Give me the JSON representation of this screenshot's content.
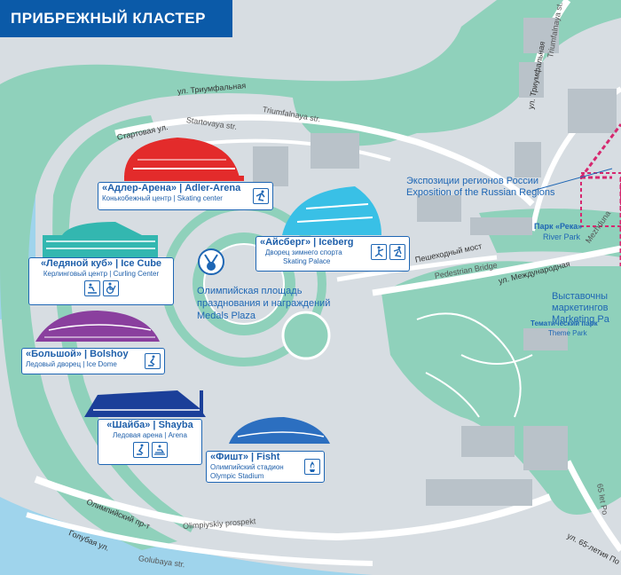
{
  "title": "ПРИБРЕЖНЫЙ КЛАСТЕР",
  "colors": {
    "water": "#9fd4ec",
    "land": "#d7dde2",
    "park": "#8fd1bb",
    "road": "#ffffff",
    "primary": "#1e66b4",
    "adler": "#e32b2b",
    "icecube": "#33b7b0",
    "bolshoy": "#8a3f9e",
    "shayba": "#1b3f99",
    "fisht": "#2c6fc0",
    "iceberg": "#39c0e6",
    "railway": "#d6286f"
  },
  "venues": {
    "adler": {
      "name": "«Адлер-Арена» | Adler-Arena",
      "sub": "Конькобежный центр | Skating center",
      "icons": [
        "speed-skating-icon"
      ]
    },
    "icecube": {
      "name": "«Ледяной куб» | Ice Cube",
      "sub": "Керлинговый центр | Curling Center",
      "icons": [
        "curling-icon",
        "wheelchair-curling-icon"
      ]
    },
    "bolshoy": {
      "name": "«Большой» | Bolshoy",
      "sub": "Ледовый дворец | Ice Dome",
      "icons": [
        "ice-hockey-icon"
      ]
    },
    "shayba": {
      "name": "«Шайба» | Shayba",
      "sub": "Ледовая арена | Arena",
      "icons": [
        "ice-hockey-icon",
        "sledge-hockey-icon"
      ]
    },
    "fisht": {
      "name": "«Фишт» | Fisht",
      "sub1": "Олимпийский стадион",
      "sub2": "Olympic Stadium",
      "icons": [
        "olympic-flame-icon"
      ]
    },
    "iceberg": {
      "name": "«Айсберг» | Iceberg",
      "sub1": "Дворец зимнего спорта",
      "sub2": "Skating Palace",
      "icons": [
        "figure-skating-icon",
        "short-track-icon"
      ]
    }
  },
  "medals_plaza": {
    "l1": "Олимпийская площадь",
    "l2": "празднования и награждений",
    "l3": "Medals Plaza"
  },
  "expo": {
    "l1": "Экспозиции регионов России",
    "l2": "Exposition of the Russian Regions"
  },
  "river_park": {
    "ru": "Парк «Река»",
    "en": "River Park"
  },
  "marketing": {
    "l1": "Выставочны",
    "l2": "маркетингов",
    "l3": "Marketing Pa"
  },
  "theme_park": {
    "ru": "Тематический парк",
    "en": "Theme Park"
  },
  "streets": {
    "triumph_ru": "ул. Триумфальная",
    "triumph_en": "Triumfalnaya str.",
    "starts_ru": "Стартовая ул.",
    "starts_en": "Startovaya str.",
    "pedestrian_ru": "Пешеходный мост",
    "pedestrian_en": "Pedestrian Bridge",
    "mezhd_ru": "ул. Международная",
    "mezhd_en": "Mezhduna",
    "olymp_ru": "Олимпийский пр-т",
    "olymp_en": "Olimpiyskiy prospekt",
    "golub_ru": "Голубая ул.",
    "golub_en": "Golubaya str.",
    "triumph_v_ru": "ул. Триумфальная",
    "triumph_v_en": "Triumfalnaya st.",
    "sixty5_ru": "ул. 65-летия По",
    "sixty5_en": "65 let Po"
  }
}
